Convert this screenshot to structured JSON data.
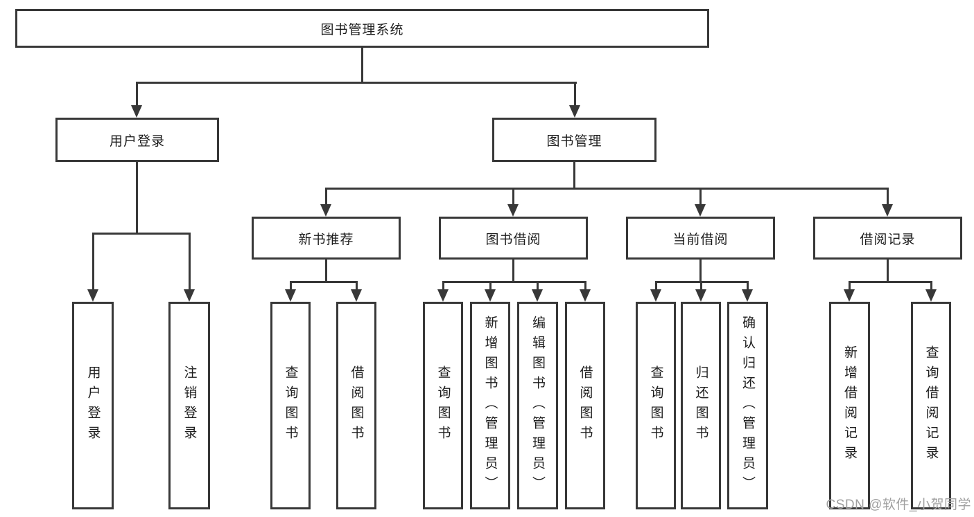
{
  "colors": {
    "line": "#383838",
    "text": "#1c1c1c",
    "background": "#ffffff",
    "watermark": "#a0a0a0"
  },
  "watermark": {
    "text": "CSDN @软件_小贺同学"
  },
  "tree": {
    "root": {
      "label": "图书管理系统",
      "children": [
        {
          "label": "用户登录",
          "children": [
            {
              "label": "用户登录"
            },
            {
              "label": "注销登录"
            }
          ]
        },
        {
          "label": "图书管理",
          "children": [
            {
              "label": "新书推荐",
              "children": [
                {
                  "label": "查询图书"
                },
                {
                  "label": "借阅图书"
                }
              ]
            },
            {
              "label": "图书借阅",
              "children": [
                {
                  "label": "查询图书"
                },
                {
                  "label": "新增图书（管理员）"
                },
                {
                  "label": "编辑图书（管理员）"
                },
                {
                  "label": "借阅图书"
                }
              ]
            },
            {
              "label": "当前借阅",
              "children": [
                {
                  "label": "查询图书"
                },
                {
                  "label": "归还图书"
                },
                {
                  "label": "确认归还（管理员）"
                }
              ]
            },
            {
              "label": "借阅记录",
              "children": [
                {
                  "label": "新增借阅记录"
                },
                {
                  "label": "查询借阅记录"
                }
              ]
            }
          ]
        }
      ]
    }
  }
}
